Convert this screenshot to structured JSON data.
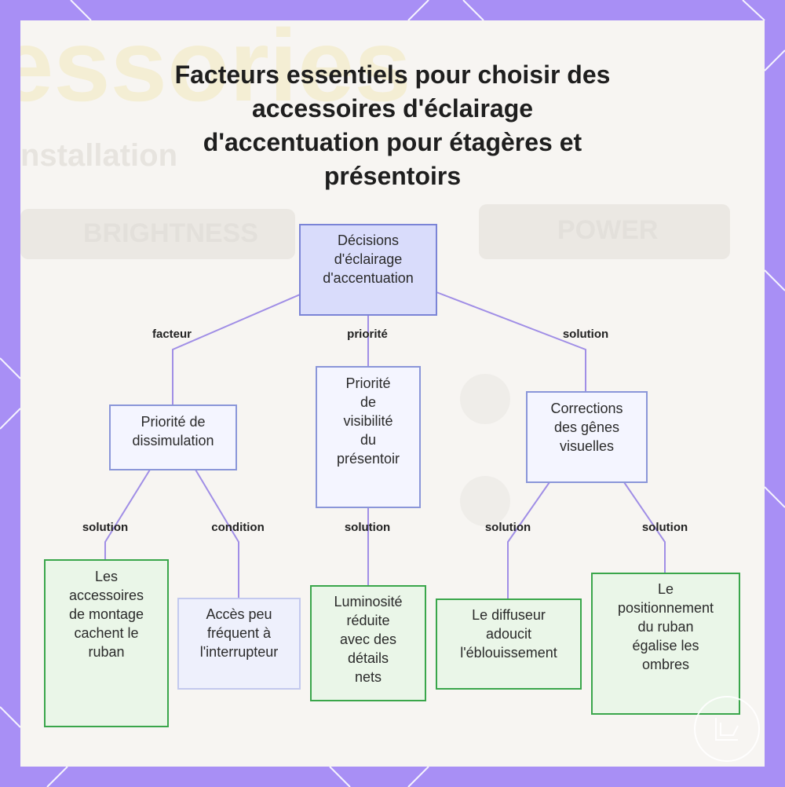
{
  "title_lines": [
    "Facteurs essentiels pour choisir des",
    "accessoires d'éclairage",
    "d'accentuation pour étagères et",
    "présentoirs"
  ],
  "nodes": {
    "root": [
      "Décisions",
      "d'éclairage",
      "d'accentuation"
    ],
    "concealment": [
      "Priorité de",
      "dissimulation"
    ],
    "visibility": [
      "Priorité",
      "de",
      "visibilité",
      "du",
      "présentoir"
    ],
    "corrections": [
      "Corrections",
      "des gênes",
      "visuelles"
    ],
    "mounting": [
      "Les",
      "accessoires",
      "de montage",
      "cachent le",
      "ruban"
    ],
    "switch_access": [
      "Accès peu",
      "fréquent à",
      "l'interrupteur"
    ],
    "brightness": [
      "Luminosité",
      "réduite",
      "avec des",
      "détails",
      "nets"
    ],
    "diffuser": [
      "Le diffuseur",
      "adoucit",
      "l'éblouissement"
    ],
    "positioning": [
      "Le",
      "positionnement",
      "du ruban",
      "égalise les",
      "ombres"
    ]
  },
  "edge_labels": {
    "root_concealment": "facteur",
    "root_visibility": "priorité",
    "root_corrections": "solution",
    "concealment_mounting": "solution",
    "concealment_switch": "condition",
    "visibility_brightness": "solution",
    "corrections_diffuser": "solution",
    "corrections_positioning": "solution"
  },
  "background": {
    "big_word": "essories",
    "sub_word": "nstallation",
    "badge_left": "BRIGHTNESS",
    "badge_right": "POWER"
  },
  "colors": {
    "frame": "#a88ff5",
    "wire": "#a08ee6",
    "root_fill": "#d9dcfb",
    "green_border": "#3aa64b",
    "blue_border": "#8a96d9"
  }
}
